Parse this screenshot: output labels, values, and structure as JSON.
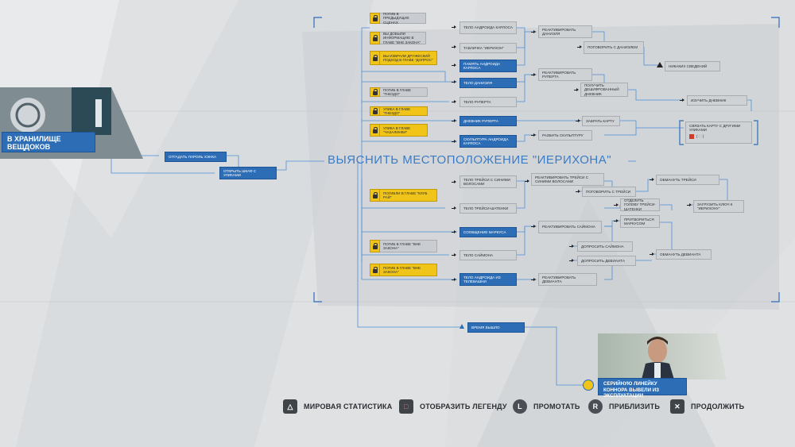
{
  "start": {
    "title": "В ХРАНИЛИЩЕ ВЕЩДОКОВ"
  },
  "left_branch": {
    "guess_password": "ОТГАДАТЬ ПАРОЛЬ ХЭНКА",
    "open_cabinet": "ОТКРЫТЬ ШКАФ С УЛИКАМИ"
  },
  "center_title": "ВЫЯСНИТЬ МЕСТОПОЛОЖЕНИЕ \"ИЕРИХОНА\"",
  "conditions": [
    "ПОГИБ В ПРЕДЫДУЩИХ СЦЕНАХ",
    "ВЫ ДОБЫЛИ ИНФОРМАЦИЮ В ГЛАВЕ \"ВНЕ ЗАКОНА\"",
    "ВЫ ИЗБРАЛИ ДРУЖЕСКИЙ ПОДХОД В ГЛАВЕ \"ДОПРОС\"",
    "ПОГИБ В ГЛАВЕ \"ГНЕЗДО\"",
    "УЛИКА В ГЛАВЕ \"ГНЕЗДО\"",
    "УЛИКА В ГЛАВЕ \"ЧАЗАЛИНКИ\"",
    "ПОГИБЛИ В ГЛАВЕ \"КЛУБ РАЙ\"",
    "ПОГИБ В ГЛАВЕ \"ВНЕ ЗАКОНА\"",
    "ПОГИБ В ГЛАВЕ \"ВНЕ ЗАКОНА\""
  ],
  "nodes_col1": [
    "ТЕЛО АНДРОИДА КАРЛОСА",
    "ТАБЛИЧКА \"ИЕРИХОН\"",
    "ПАМЯТЬ АНДРОИДА КАРЛОСА",
    "ТЕЛО ДАНИЭЛЯ",
    "ТЕЛО РУПЕРТА",
    "ДНЕВНИК РУПЕРТА",
    "СКУЛЬПТУРА АНДРОИДА КАРЛОСА",
    "ТЕЛО ТРЕЙСИ С СИНИМИ ВОЛОСАМИ",
    "ТЕЛО ТРЕЙСИ-ШАТЕНКИ",
    "СООБЩЕНИЕ МАРКУСА",
    "ТЕЛО САЙМОНА",
    "ТЕЛО АНДРОИДА ИЗ ТЕЛЕВАШНИ"
  ],
  "nodes_col2": [
    "РЕАКТИВИРОВАТЬ ДАНИЭЛЯ",
    "РЕАКТИВИРОВАТЬ РУПЕРТА",
    "РАЗБИТЬ СКУЛЬПТУРУ",
    "РЕАКТИВИРОВАТЬ ТРЕЙСИ С СИНИМИ ВОЛОСАМИ",
    "РЕАКТИВИРОВАТЬ САЙМОНА",
    "РЕАКТИВИРОВАТЬ ДЕВИАНТА"
  ],
  "nodes_col3": [
    "ПОГОВОРИТЬ С ДАНИЭЛЕМ",
    "ПОЛУЧИТЬ ДЕШИФРОВАННЫЙ ДНЕВНИК",
    "ЗАБРАТЬ КАРТУ",
    "ПОГОВОРИТЬ С ТРЕЙСИ",
    "ОТДЕЛИТЬ ГОЛОВУ ТРЕЙСИ-ШАТЕНКИ",
    "ПРИТВОРИТЬСЯ МАРКУСОМ",
    "ДОПРОСИТЬ САЙМОНА",
    "ДОПРОСИТЬ ДЕВИАНТА"
  ],
  "nodes_col4": [
    "НИКАКИХ СВЕДЕНИЙ",
    "ИЗУЧИТЬ ДНЕВНИК",
    "СВЯЗАТЬ КАРТУ С ДРУГИМИ УЛИКАМИ",
    "ОБМАНУТЬ ТРЕЙСИ",
    "ЗАГРУЗИТЬ КЛЮЧ К \"ИЕРИХОНУ\"",
    "ОБМАНУТЬ ДЕВИАНТА"
  ],
  "map_badge": "( : : )",
  "time_out": "ВРЕМЯ ВЫШЛО",
  "ending": "СЕРИЙНУЮ ЛИНЕЙКУ КОННОРА ВЫВЕЛИ ИЗ ЭКСПЛУАТАЦИИ",
  "footer": {
    "world_stats": "МИРОВАЯ СТАТИСТИКА",
    "show_legend": "ОТОБРАЗИТЬ ЛЕГЕНДУ",
    "scroll": "ПРОМОТАТЬ",
    "zoom": "ПРИБЛИЗИТЬ",
    "continue": "ПРОДОЛЖИТЬ",
    "btn_triangle": "△",
    "btn_square": "□",
    "btn_l": "L",
    "btn_r": "R",
    "btn_x": "✕"
  },
  "colors": {
    "accent_blue": "#2d6db5",
    "condition_yellow": "#f0c419",
    "node_gray": "#cfd2d5",
    "line_blue": "#4b8fd6"
  }
}
